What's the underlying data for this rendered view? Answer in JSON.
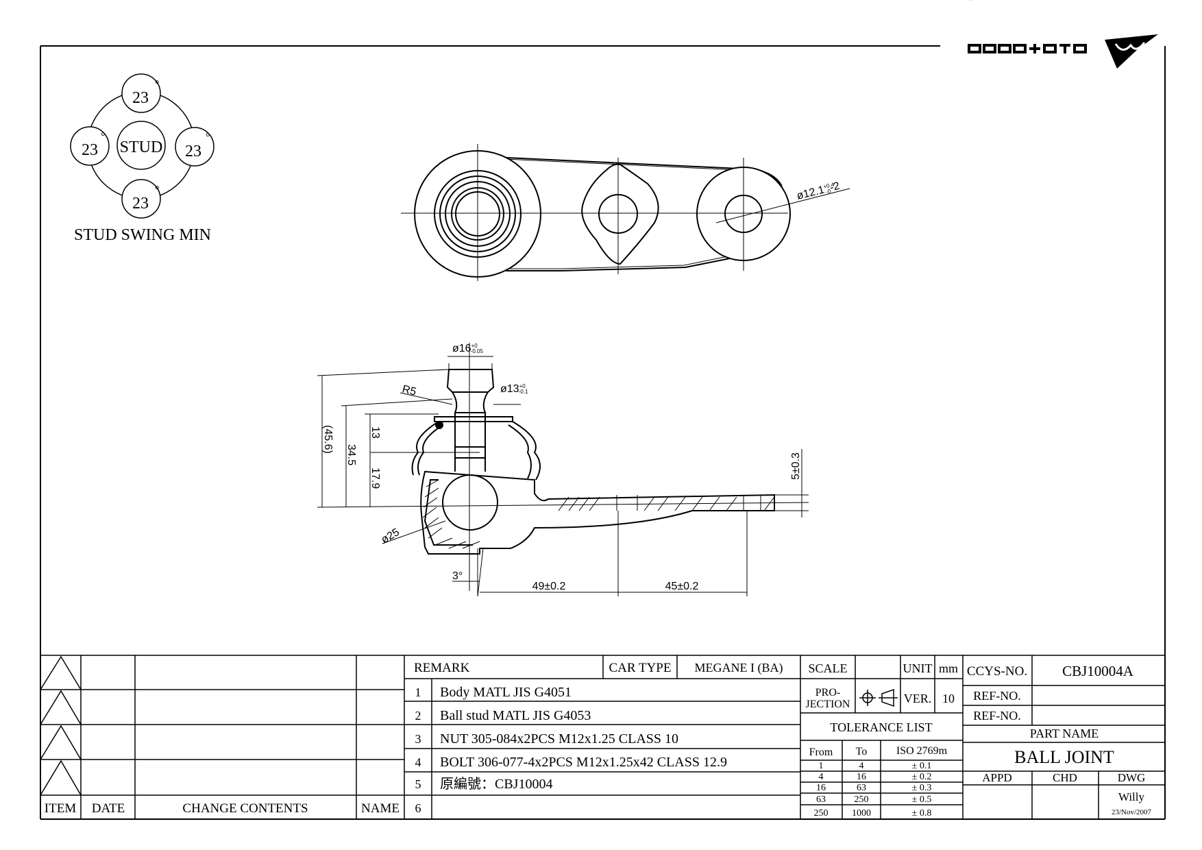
{
  "logo": {
    "text": "CCYS+CTC"
  },
  "swing": {
    "top": "23",
    "left": "23",
    "right": "23",
    "bottom": "23",
    "degree": "°",
    "center": "STUD",
    "caption": "STUD SWING MIN"
  },
  "dims": {
    "hole": "ø12.1",
    "hole_tol_upper": "+0.4",
    "hole_tol_lower": "-0",
    "hole_count": "-2",
    "stud_dia": "ø16",
    "stud_dia_tol_upper": "+0",
    "stud_dia_tol_lower": "-0.05",
    "neck_dia": "ø13",
    "neck_dia_tol_upper": "+0",
    "neck_dia_tol_lower": "-0.1",
    "radius": "R5",
    "overall_height": "(45.6)",
    "height_b": "34.5",
    "height_c": "13",
    "height_d": "17.9",
    "ball_dia": "ø25",
    "angle": "3°",
    "length_a": "49±0.2",
    "length_b": "45±0.2",
    "thickness": "5±0.3"
  },
  "revision_table": {
    "headers": {
      "item": "ITEM",
      "date": "DATE",
      "change_contents": "CHANGE CONTENTS",
      "name": "NAME"
    },
    "row_count": 4
  },
  "remarks": {
    "title": "REMARK",
    "car_type_label": "CAR TYPE",
    "car_type_value": "MEGANE I (BA)",
    "items": [
      {
        "no": "1",
        "text": "Body MATL JIS G4051"
      },
      {
        "no": "2",
        "text": "Ball stud MATL JIS G4053"
      },
      {
        "no": "3",
        "text": "NUT 305-084x2PCS M12x1.25 CLASS 10"
      },
      {
        "no": "4",
        "text": "BOLT 306-077-4x2PCS M12x1.25x42 CLASS 12.9"
      },
      {
        "no": "5",
        "text": "原編號：CBJ10004"
      },
      {
        "no": "6",
        "text": ""
      }
    ]
  },
  "spec": {
    "scale_label": "SCALE",
    "scale_value": "",
    "unit_label": "UNIT",
    "unit_value": "mm",
    "projection_label_1": "PRO-",
    "projection_label_2": "JECTION",
    "ver_label": "VER.",
    "ver_value": "10",
    "tolerance_title": "TOLERANCE LIST",
    "tol_headers": {
      "from": "From",
      "to": "To",
      "std": "ISO 2769m"
    },
    "tol_rows": [
      {
        "from": "1",
        "to": "4",
        "tol": "± 0.1"
      },
      {
        "from": "4",
        "to": "16",
        "tol": "± 0.2"
      },
      {
        "from": "16",
        "to": "63",
        "tol": "± 0.3"
      },
      {
        "from": "63",
        "to": "250",
        "tol": "± 0.5"
      },
      {
        "from": "250",
        "to": "1000",
        "tol": "± 0.8"
      }
    ]
  },
  "title_block": {
    "ccys_no_label": "CCYS-NO.",
    "ccys_no_value": "CBJ10004A",
    "ref_no_label_1": "REF-NO.",
    "ref_no_value_1": "",
    "ref_no_label_2": "REF-NO.",
    "ref_no_value_2": "",
    "part_name_label": "PART NAME",
    "part_name_value": "BALL JOINT",
    "appd_label": "APPD",
    "chd_label": "CHD",
    "dwg_label": "DWG",
    "appd_value": "",
    "chd_value": "",
    "dwg_value": "Willy",
    "date_value": "23/Nov/2007"
  },
  "colors": {
    "ink": "#000000",
    "paper": "#ffffff"
  }
}
